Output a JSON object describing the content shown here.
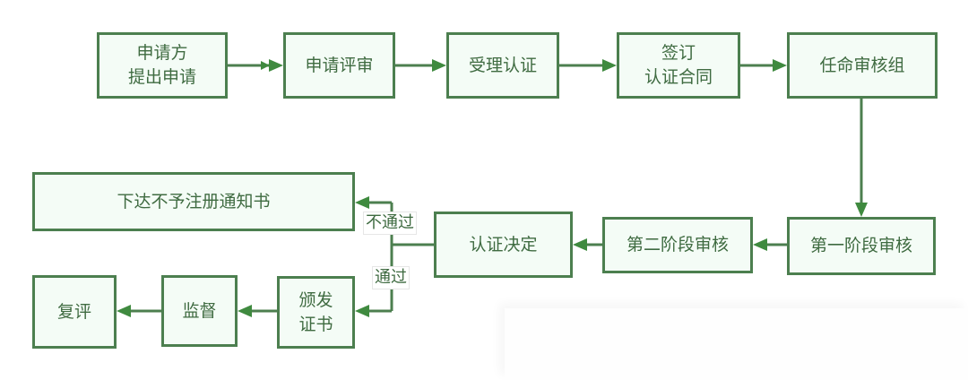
{
  "colors": {
    "stroke": "#4c7f4f",
    "arrow": "#3f8a3f",
    "box_fill": "#f4fcf6",
    "text": "#3f6b41"
  },
  "nodes": {
    "apply": "申请方\n提出申请",
    "review_application": "申请评审",
    "accept": "受理认证",
    "sign_contract": "签订\n认证合同",
    "appoint_team": "任命审核组",
    "stage1_audit": "第一阶段审核",
    "stage2_audit": "第二阶段审核",
    "decision": "认证决定",
    "reject_notice": "下达不予注册通知书",
    "issue_certificate": "颁发\n证书",
    "surveillance": "监督",
    "reassessment": "复评"
  },
  "edge_labels": {
    "fail": "不通过",
    "pass": "通过"
  }
}
